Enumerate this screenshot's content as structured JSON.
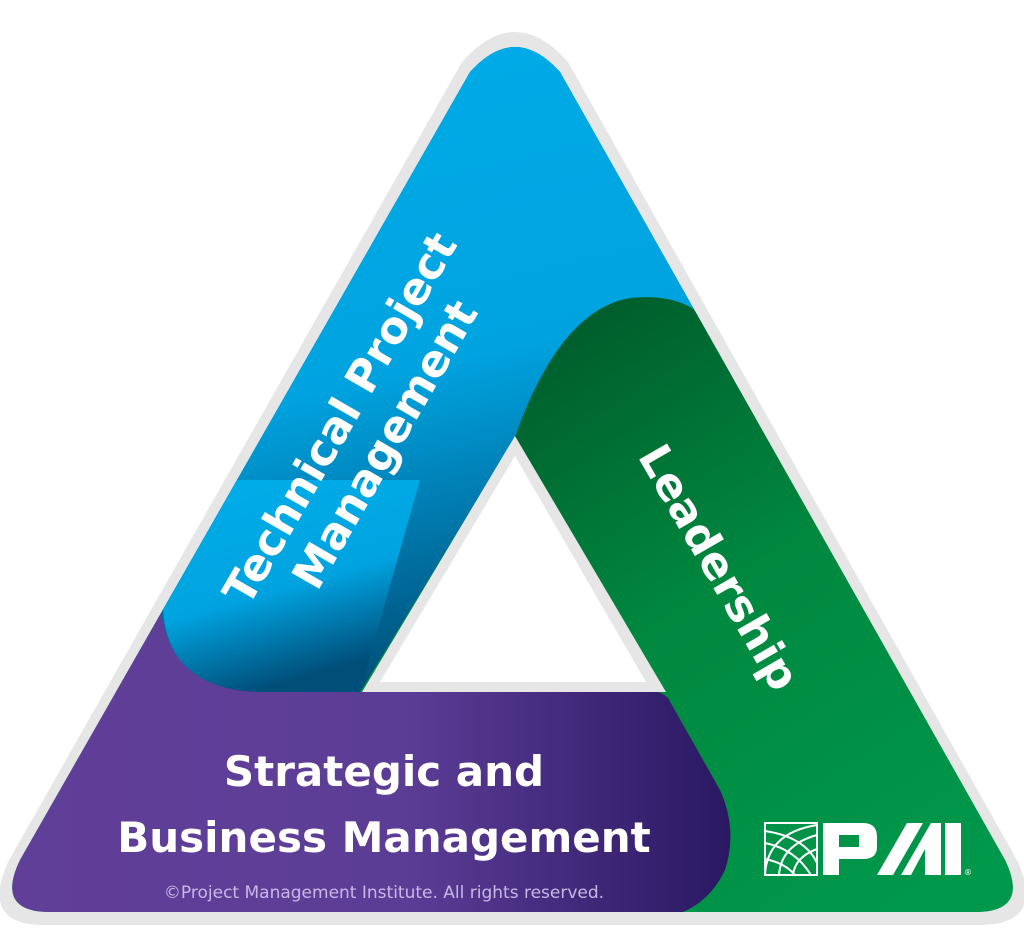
{
  "diagram": {
    "type": "talent-triangle",
    "sides": [
      {
        "id": "technical",
        "line1": "Technical Project",
        "line2": "Management",
        "color": "#00a9e6",
        "color_dark": "#004e78"
      },
      {
        "id": "leadership",
        "label": "Leadership",
        "color": "#00964a",
        "color_dark": "#005a2a"
      },
      {
        "id": "strategic",
        "line1": "Strategic and",
        "line2": "Business Management",
        "color": "#5f3f98",
        "color_dark": "#2b1a63"
      }
    ],
    "border_color": "#e6e6e6"
  },
  "footer": {
    "copyright": "©Project Management Institute. All rights reserved."
  },
  "logo": {
    "text": "PMI",
    "registered": "®",
    "icon": "globe-icon"
  }
}
